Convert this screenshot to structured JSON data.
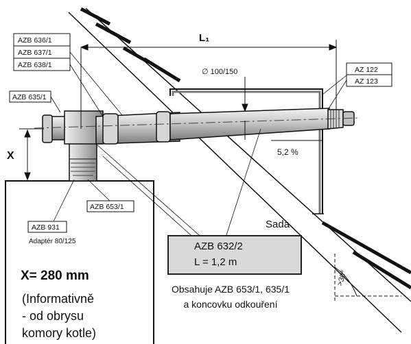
{
  "labels": {
    "azb_636_1": "AZB 636/1",
    "azb_637_1": "AZB 637/1",
    "azb_638_1": "AZB 638/1",
    "azb_635_1": "AZB 635/1",
    "azb_653_1": "AZB 653/1",
    "azb_931": "AZB 931",
    "adapter": "Adaptér 80/125",
    "az_122": "AZ 122",
    "az_123": "AZ 123"
  },
  "dimensions": {
    "l1": "L₁",
    "diameter": "∅ 100/150",
    "slope": "5,2 %",
    "x": "X",
    "angle": ">30°"
  },
  "x_value": "X= 280 mm",
  "note_lines": [
    "(Informativně",
    "- od obrysu",
    "komory kotle)"
  ],
  "sada": {
    "title": "Sada",
    "line1": "AZB 632/2",
    "line2": "L = 1,2  m",
    "contains_line1": "Obsahuje AZB 653/1, 635/1",
    "contains_line2": "a koncovku odkouření"
  }
}
